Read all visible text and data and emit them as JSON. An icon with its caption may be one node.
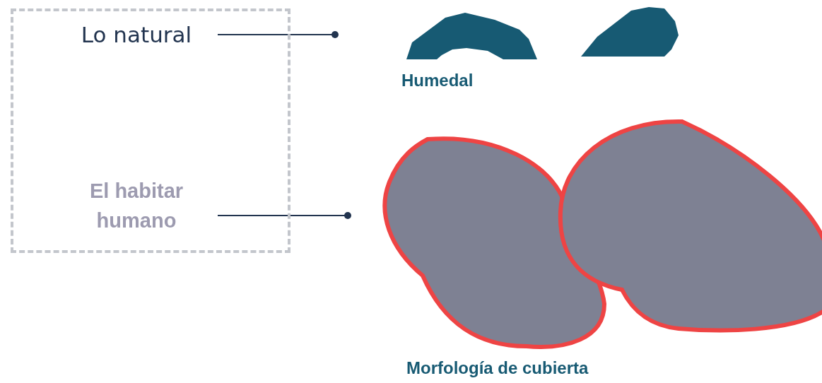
{
  "diagram": {
    "nodes": [
      {
        "text": [],
        "shape": "box"
      },
      {
        "text": [
          "Lo natural"
        ],
        "in": 0
      },
      {
        "text": [
          "El habitar humano"
        ],
        "in": 0
      }
    ],
    "edges": [
      {
        "from": 1,
        "to": null,
        "arrow": "other"
      },
      {
        "from": 2,
        "to": null,
        "arrow": "other"
      }
    ],
    "labels": [
      "Humedal",
      "Morfología de cubierta"
    ]
  }
}
